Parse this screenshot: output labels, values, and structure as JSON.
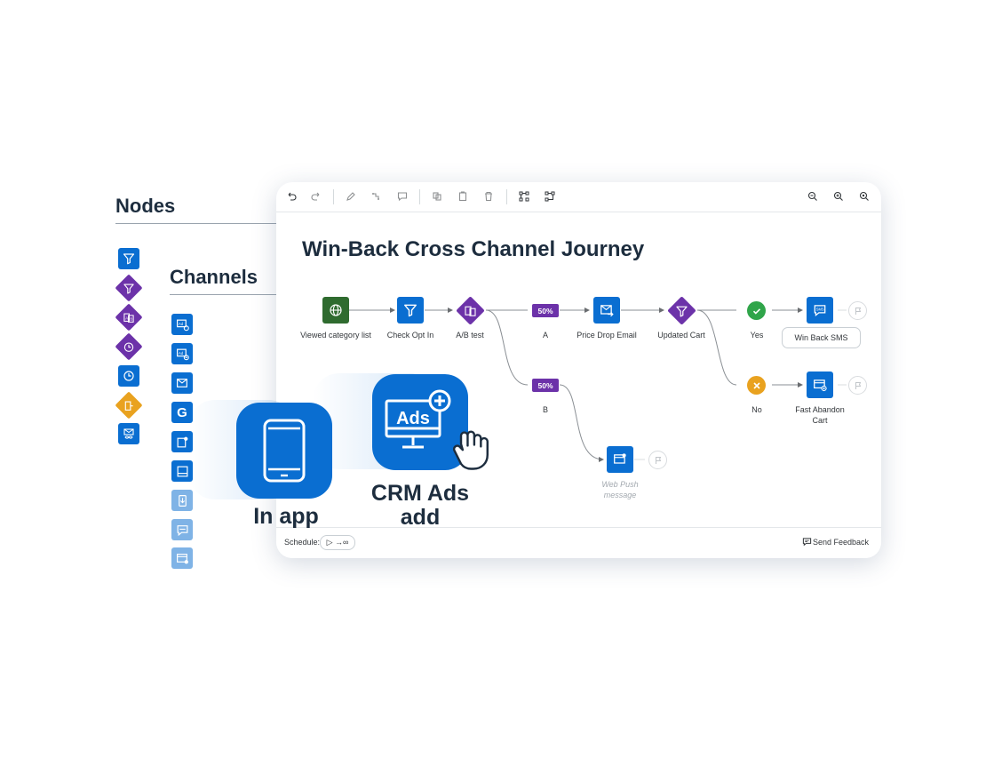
{
  "palette": {
    "nodes_title": "Nodes",
    "channels_title": "Channels",
    "node_items": [
      {
        "icon": "filter-icon"
      },
      {
        "icon": "filter-diamond-icon"
      },
      {
        "icon": "ab-test-icon"
      },
      {
        "icon": "wait-diamond-icon"
      },
      {
        "icon": "clock-icon"
      },
      {
        "icon": "exit-diamond-icon"
      },
      {
        "icon": "infinity-mail-icon"
      }
    ],
    "channel_items": [
      {
        "icon": "ads-add-icon"
      },
      {
        "icon": "ads-remove-icon"
      },
      {
        "icon": "email-icon"
      },
      {
        "icon": "google-icon"
      },
      {
        "icon": "in-app-notification-icon"
      },
      {
        "icon": "inbox-icon"
      },
      {
        "icon": "mobile-download-icon"
      },
      {
        "icon": "sms-icon"
      },
      {
        "icon": "web-push-icon"
      }
    ]
  },
  "toolbar": {
    "buttons": [
      "undo-icon",
      "redo-icon",
      "edit-icon",
      "connect-icon",
      "comment-icon",
      "copy-icon",
      "paste-icon",
      "delete-icon",
      "auto-layout-icon",
      "align-icon",
      "zoom-out-icon",
      "zoom-in-icon",
      "zoom-fit-icon"
    ]
  },
  "journey": {
    "title": "Win-Back Cross Channel Journey",
    "nodes": {
      "viewed": "Viewed category list",
      "check_opt_in": "Check Opt In",
      "ab_test": "A/B test",
      "branch_a_pct": "50%",
      "branch_a": "A",
      "price_drop": "Price Drop Email",
      "updated_cart": "Updated Cart",
      "yes": "Yes",
      "win_back_sms": "Win Back SMS",
      "branch_b_pct": "50%",
      "branch_b": "B",
      "no": "No",
      "fast_abandon": "Fast Abandon Cart",
      "web_push": "Web Push message"
    }
  },
  "footer": {
    "schedule_label": "Schedule:",
    "schedule_chip": "▷ →∞",
    "feedback": "Send Feedback"
  },
  "overlays": {
    "in_app": "In app",
    "crm_ads": "CRM Ads add",
    "ads_text": "Ads"
  },
  "colors": {
    "primary_blue": "#0a6ed1",
    "purple": "#6c32a9",
    "green": "#30a54a",
    "amber": "#e9a21f",
    "dark_green": "#2f6b2f"
  }
}
